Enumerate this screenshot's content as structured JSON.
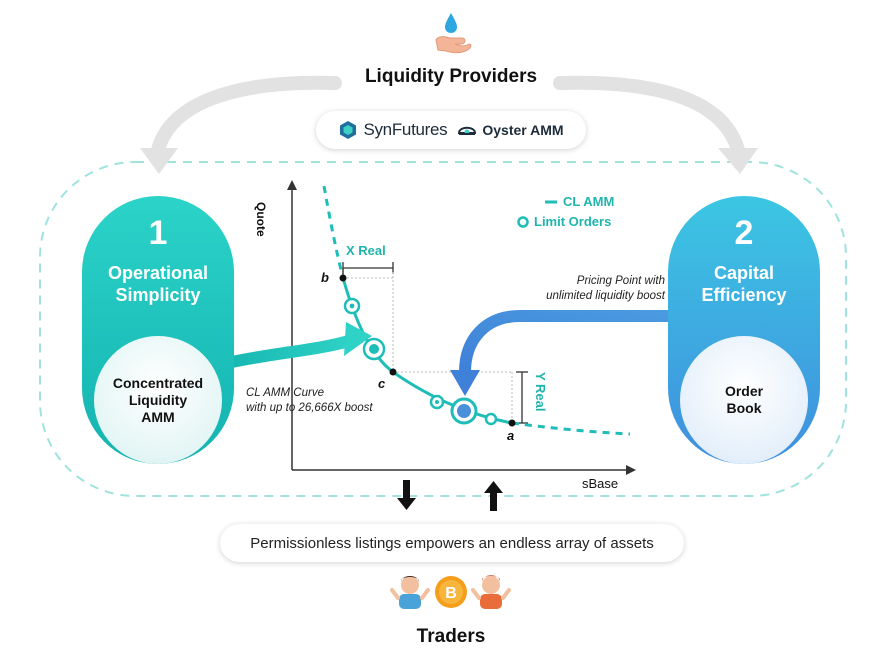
{
  "header": {
    "title": "Liquidity Providers"
  },
  "brands": {
    "synfutures": "SynFutures",
    "oyster": "Oyster AMM"
  },
  "pillar_left": {
    "number": "1",
    "line1": "Operational",
    "line2": "Simplicity",
    "inner1": "Concentrated",
    "inner2": "Liquidity",
    "inner3": "AMM"
  },
  "pillar_right": {
    "number": "2",
    "line1": "Capital",
    "line2": "Efficiency",
    "inner1": "Order",
    "inner2": "Book"
  },
  "legend": {
    "cl_amm": "CL AMM",
    "limit_orders": "Limit Orders"
  },
  "chart": {
    "y_axis": "Quote",
    "x_axis": "sBase",
    "x_real": "X Real",
    "y_real": "Y Real",
    "point_a": "a",
    "point_b": "b",
    "point_c": "c"
  },
  "notes": {
    "pricing1": "Pricing Point with",
    "pricing2": "unlimited liquidity boost",
    "curve1": "CL AMM Curve",
    "curve2": "with up to 26,666X boost"
  },
  "bottom": {
    "listing": "Permissionless listings empowers an endless array of assets"
  },
  "footer": {
    "title": "Traders"
  },
  "colors": {
    "teal": "#1fbdb7",
    "blue": "#3f8fde",
    "dash": "#9fe3df"
  },
  "icons": [
    "water-drop-hand-icon",
    "synfutures-logo-icon",
    "oyster-logo-icon",
    "down-arrow-icon",
    "up-arrow-icon",
    "trader-left-icon",
    "bitcoin-coin-icon",
    "trader-right-icon"
  ]
}
